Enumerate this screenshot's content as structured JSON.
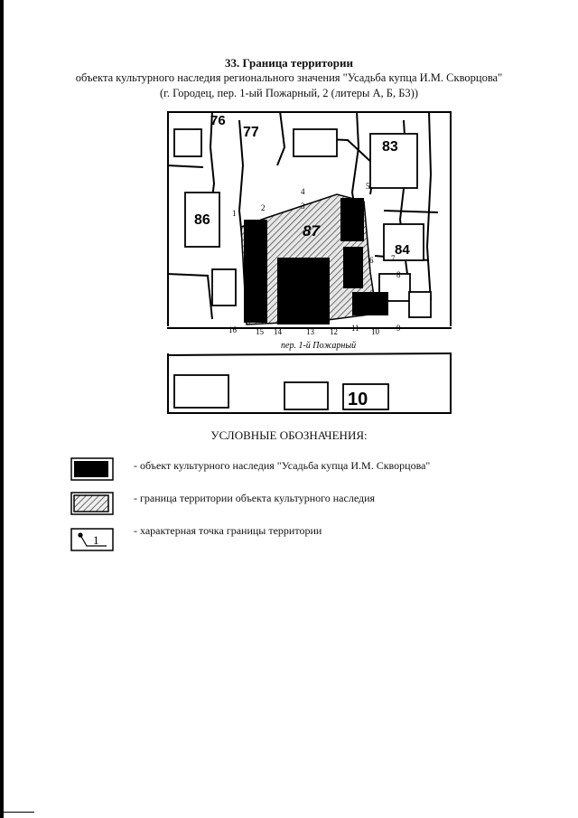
{
  "header": {
    "line1": "33. Граница территории",
    "line2": "объекта культурного наследия регионального значения \"Усадьба купца И.М. Скворцова\"",
    "line3": "(г. Городец, пер. 1-ый Пожарный, 2 (литеры А, Б, Б3))"
  },
  "map": {
    "street_label": "пер. 1-й Пожарный",
    "point_labels": [
      "1",
      "2",
      "3",
      "4",
      "5",
      "6",
      "7",
      "8",
      "9",
      "10",
      "11",
      "12",
      "13",
      "14",
      "15",
      "16"
    ],
    "block_numbers": {
      "b76": "76",
      "b77": "77",
      "b86": "86",
      "b87": "87",
      "b83": "83",
      "b84": "84",
      "b10": "10"
    }
  },
  "legend": {
    "title": "УСЛОВНЫЕ ОБОЗНАЧЕНИЯ:",
    "items": [
      {
        "icon": "solid-black-rectangle",
        "text": "- объект культурного наследия \"Усадьба купца И.М. Скворцова\""
      },
      {
        "icon": "hatched-rectangle",
        "text": "- граница территории объекта культурного наследия"
      },
      {
        "icon": "point-marker",
        "marker_label": "1",
        "text": "- характерная точка границы территории"
      }
    ]
  }
}
